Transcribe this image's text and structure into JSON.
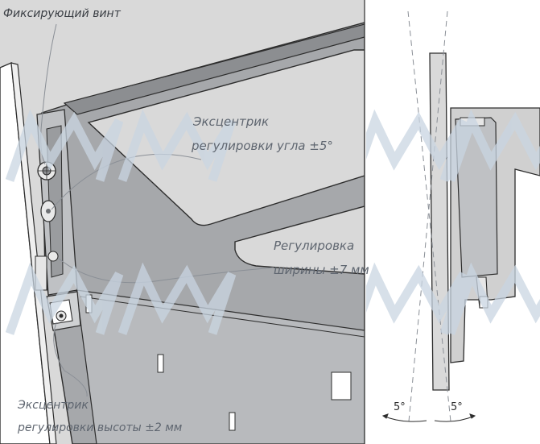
{
  "colors": {
    "background": "#ffffff",
    "grey_panel": "#d7d7d7",
    "drawer_side": "#a6a8ab",
    "drawer_dark": "#8c8e91",
    "drawer_light": "#b8babd",
    "outline": "#2d2d2d",
    "label_text": "#5f6670",
    "watermark": "#c9d5e2",
    "leader_line": "#8a8f96"
  },
  "icons": {
    "watermark": "mm-logo-watermark",
    "eccentric": "eccentric-cam-icon",
    "screw": "fixing-screw-icon"
  },
  "labels": {
    "fixing_screw": "Фиксирующий винт",
    "angle_eccentric_line1": "Эксцентрик",
    "angle_eccentric_line2": "регулировки угла ±5°",
    "width_adjust_line1": "Регулировка",
    "width_adjust_line2": "ширины ±7 мм",
    "height_eccentric_line1": "Эксцентрик",
    "height_eccentric_line2": "регулировки высоты ±2 мм"
  },
  "angles": {
    "left": "5°",
    "right": "5°"
  }
}
